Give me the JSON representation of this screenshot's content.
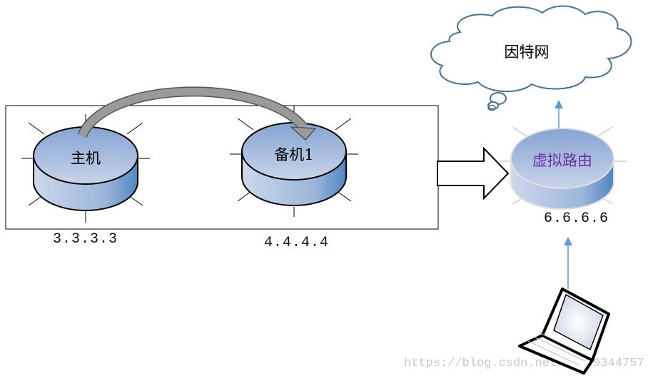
{
  "nodes": {
    "primary": {
      "label": "主机",
      "ip": "3.3.3.3"
    },
    "backup": {
      "label": "备机1",
      "ip": "4.4.4.4"
    },
    "virtual_router": {
      "label": "虚拟路由",
      "ip": "6.6.6.6"
    },
    "internet": {
      "label": "因特网"
    }
  },
  "colors": {
    "router_top": "#8eaad6",
    "router_side": "#5a8ec4",
    "vr_text": "#7030a0",
    "link": "#5b9bd5"
  },
  "watermark": "https://blog.csdn.net/qq_29344757"
}
